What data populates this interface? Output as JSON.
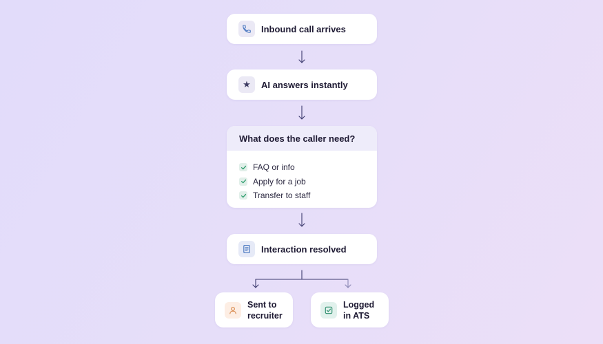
{
  "steps": {
    "inbound_call": {
      "label": "Inbound call arrives",
      "icon": "phone-icon"
    },
    "ai_answers": {
      "label": "AI answers instantly",
      "icon": "star-icon"
    },
    "resolved": {
      "label": "Interaction resolved",
      "icon": "document-icon"
    }
  },
  "decision": {
    "question": "What does the caller need?",
    "options": [
      {
        "label": "FAQ or info",
        "icon": "check-icon"
      },
      {
        "label": "Apply for a job",
        "icon": "check-icon"
      },
      {
        "label": "Transfer to staff",
        "icon": "check-icon"
      }
    ]
  },
  "outcomes": {
    "recruiter": {
      "line1": "Sent to",
      "line2": "recruiter",
      "icon": "person-icon",
      "icon_bg": "#fdeee4",
      "icon_color": "#d98a4e"
    },
    "ats": {
      "line1": "Logged",
      "line2": "in ATS",
      "icon": "checkbox-icon",
      "icon_bg": "#e1f1ec",
      "icon_color": "#2f8f6e"
    }
  },
  "colors": {
    "connector": "#3c3a6e",
    "connector_light": "#8a86b4",
    "phone_icon": "#4a78c0",
    "check": "#2f9e6e"
  }
}
